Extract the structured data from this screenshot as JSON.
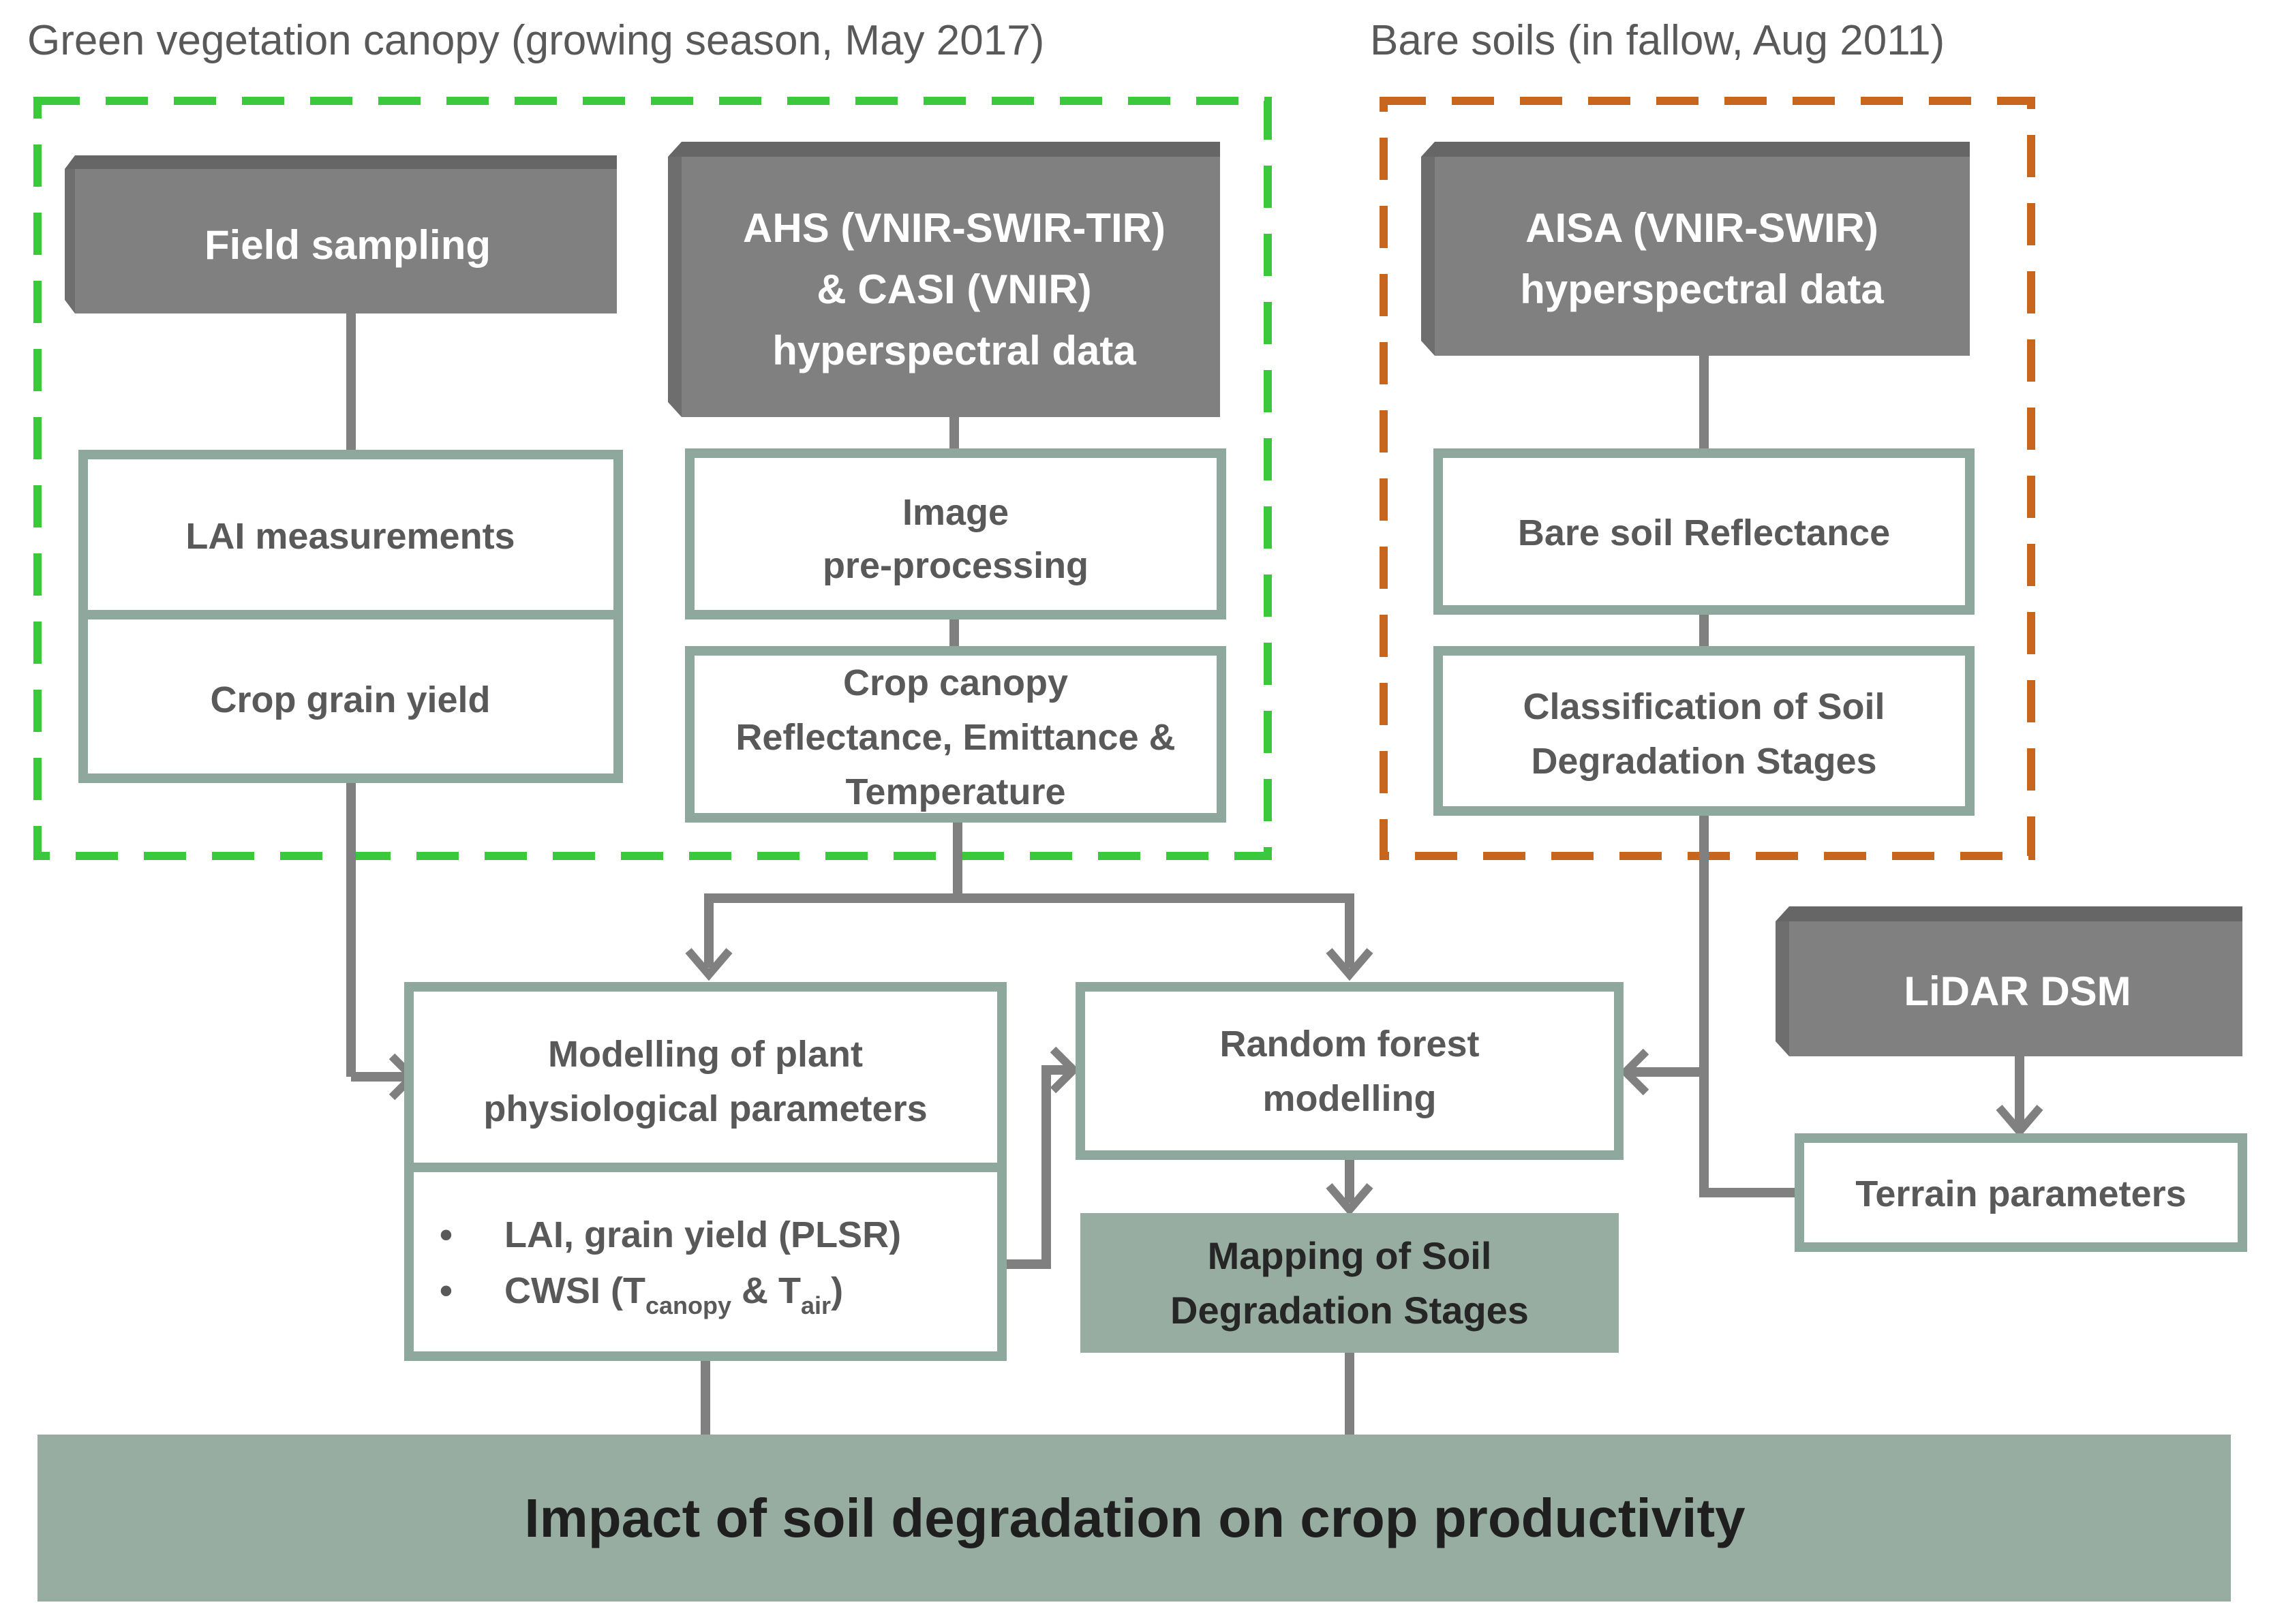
{
  "titles": {
    "vegetation": "Green vegetation canopy (growing season, May 2017)",
    "soils": "Bare soils (in fallow, Aug 2011)"
  },
  "sources": {
    "field_sampling": "Field sampling",
    "ahs": [
      "AHS (VNIR-SWIR-TIR)",
      "& CASI (VNIR)",
      "hyperspectral data"
    ],
    "aisa": [
      "AISA (VNIR-SWIR)",
      "hyperspectral data"
    ],
    "lidar": "LiDAR DSM"
  },
  "boxes": {
    "lai_measurements": "LAI measurements",
    "crop_grain_yield": "Crop grain yield",
    "image_preprocessing": [
      "Image",
      "pre-processing"
    ],
    "crop_canopy": [
      "Crop canopy",
      "Reflectance, Emittance &",
      "Temperature"
    ],
    "bare_soil_reflectance": "Bare soil Reflectance",
    "classification": [
      "Classification of Soil",
      "Degradation Stages"
    ],
    "modelling": [
      "Modelling of plant",
      "physiological parameters"
    ],
    "bullets": {
      "item1": "LAI, grain yield (PLSR)",
      "item2_prefix": "CWSI (T",
      "item2_sub1": "canopy",
      "item2_mid": " & T",
      "item2_sub2": "air",
      "item2_suffix": ")",
      "bullet_char": "•"
    },
    "random_forest": [
      "Random forest",
      "modelling"
    ],
    "terrain": "Terrain parameters",
    "mapping": [
      "Mapping of Soil",
      "Degradation Stages"
    ],
    "impact": "Impact of soil degradation on crop productivity"
  },
  "colors": {
    "dark_box": "#808080",
    "dark_box_top": "#666666",
    "teal_border": "#8fa89d",
    "teal_fill": "#97ada2",
    "green_dash": "#3cc83c",
    "orange_dash": "#c8661e",
    "connector": "#808080"
  }
}
